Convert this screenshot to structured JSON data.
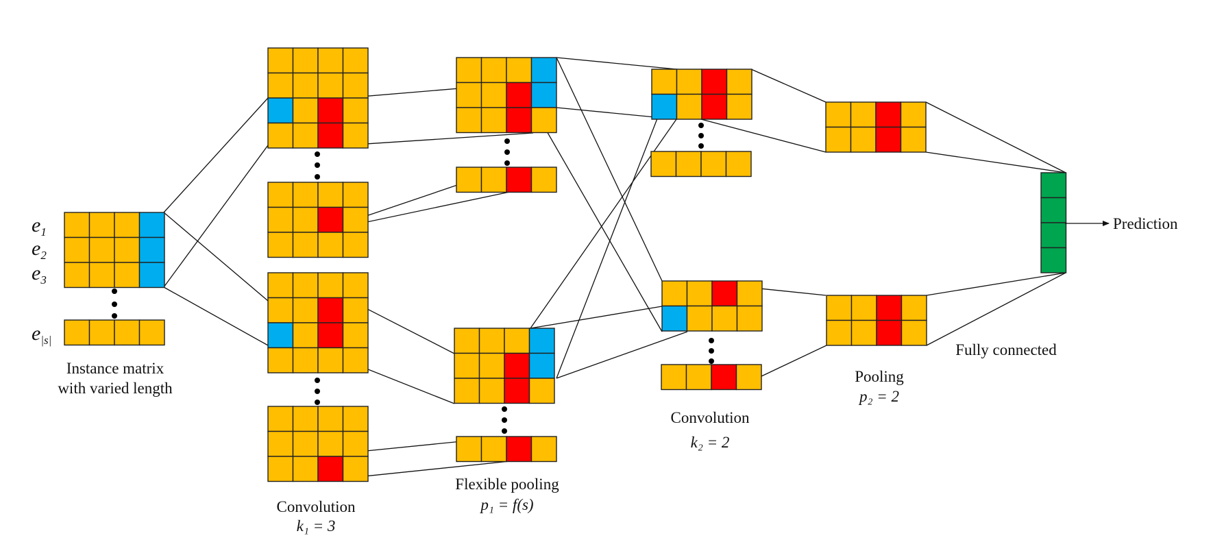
{
  "colors": {
    "default": "#FFBE00",
    "highlight_red": "#FF0000",
    "highlight_blue": "#00AEEF",
    "output": "#00A550",
    "stroke": "#222222",
    "line": "#111111"
  },
  "row_labels": [
    {
      "base": "e",
      "sub": "1"
    },
    {
      "base": "e",
      "sub": "2"
    },
    {
      "base": "e",
      "sub": "3"
    },
    {
      "base": "e",
      "sub": "|s|"
    }
  ],
  "captions": {
    "instance_line1": "Instance matrix",
    "instance_line2": "with varied length",
    "conv1_line1": "Convolution",
    "conv1_math": "k₁ = 3",
    "pool1_line1": "Flexible pooling",
    "pool1_math": "p₁ = f(s)",
    "conv2_line1": "Convolution",
    "conv2_math": "k₂ = 2",
    "pool2_line1": "Pooling",
    "pool2_math": "p₂ = 2",
    "fc": "Fully connected",
    "prediction": "Prediction"
  },
  "grids": [
    {
      "id": "input-matrix",
      "rows": 3,
      "cols": 4,
      "blue": [
        [
          0,
          3
        ],
        [
          1,
          3
        ],
        [
          2,
          3
        ]
      ],
      "red": []
    },
    {
      "id": "input-last-row",
      "rows": 1,
      "cols": 4,
      "blue": [],
      "red": []
    },
    {
      "id": "conv1-a-top",
      "rows": 4,
      "cols": 4,
      "blue": [
        [
          2,
          0
        ]
      ],
      "red": [
        [
          2,
          2
        ],
        [
          3,
          2
        ]
      ]
    },
    {
      "id": "conv1-a-bottom",
      "rows": 3,
      "cols": 4,
      "blue": [],
      "red": [
        [
          1,
          2
        ]
      ]
    },
    {
      "id": "conv1-b-top",
      "rows": 4,
      "cols": 4,
      "blue": [
        [
          2,
          0
        ]
      ],
      "red": [
        [
          1,
          2
        ],
        [
          2,
          2
        ]
      ]
    },
    {
      "id": "conv1-b-bottom",
      "rows": 3,
      "cols": 4,
      "blue": [],
      "red": [
        [
          2,
          2
        ]
      ]
    },
    {
      "id": "pool1-a-top",
      "rows": 3,
      "cols": 4,
      "blue": [
        [
          0,
          3
        ],
        [
          1,
          3
        ]
      ],
      "red": [
        [
          1,
          2
        ],
        [
          2,
          2
        ]
      ]
    },
    {
      "id": "pool1-a-bottom",
      "rows": 1,
      "cols": 4,
      "blue": [],
      "red": [
        [
          0,
          2
        ]
      ]
    },
    {
      "id": "pool1-b-top",
      "rows": 3,
      "cols": 4,
      "blue": [
        [
          0,
          3
        ],
        [
          1,
          3
        ]
      ],
      "red": [
        [
          1,
          2
        ],
        [
          2,
          2
        ]
      ]
    },
    {
      "id": "pool1-b-bottom",
      "rows": 1,
      "cols": 4,
      "blue": [],
      "red": [
        [
          0,
          2
        ]
      ]
    },
    {
      "id": "conv2-a-top",
      "rows": 2,
      "cols": 4,
      "blue": [
        [
          1,
          0
        ]
      ],
      "red": [
        [
          0,
          2
        ],
        [
          1,
          2
        ]
      ]
    },
    {
      "id": "conv2-a-bottom",
      "rows": 1,
      "cols": 4,
      "blue": [],
      "red": []
    },
    {
      "id": "conv2-b-top",
      "rows": 2,
      "cols": 4,
      "blue": [
        [
          1,
          0
        ]
      ],
      "red": [
        [
          0,
          2
        ]
      ]
    },
    {
      "id": "conv2-b-bottom",
      "rows": 1,
      "cols": 4,
      "blue": [],
      "red": [
        [
          0,
          2
        ]
      ]
    },
    {
      "id": "pool2-a",
      "rows": 2,
      "cols": 4,
      "blue": [],
      "red": [
        [
          0,
          2
        ],
        [
          1,
          2
        ]
      ]
    },
    {
      "id": "pool2-b",
      "rows": 2,
      "cols": 4,
      "blue": [],
      "red": [
        [
          0,
          2
        ],
        [
          1,
          2
        ]
      ]
    },
    {
      "id": "fully-connected",
      "rows": 4,
      "cols": 1,
      "green": "all",
      "blue": [],
      "red": []
    }
  ]
}
